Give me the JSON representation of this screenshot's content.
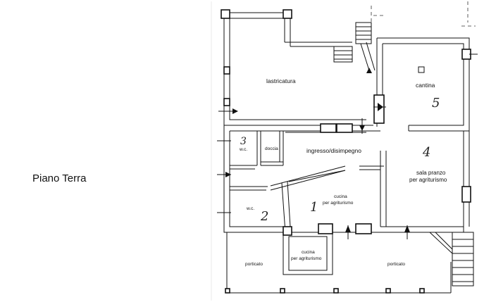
{
  "title": "Piano Terra",
  "rooms": {
    "lastricatura": "lastricatura",
    "cantina": "cantina",
    "wc_top": "w.c.",
    "doccia": "doccia",
    "ingresso": "ingresso/disimpegno",
    "sala_line1": "sala pranzo",
    "sala_line2": "per agriturismo",
    "wc_bottom": "w.c.",
    "cucina1_line1": "cucina",
    "cucina1_line2": "per agriturismo",
    "cucina2_line1": "cucina",
    "cucina2_line2": "per agriturismo",
    "porticato_left": "porticato",
    "porticato_right": "porticato"
  },
  "room_numbers": {
    "n1": "1",
    "n2": "2",
    "n3": "3",
    "n4": "4",
    "n5": "5"
  }
}
